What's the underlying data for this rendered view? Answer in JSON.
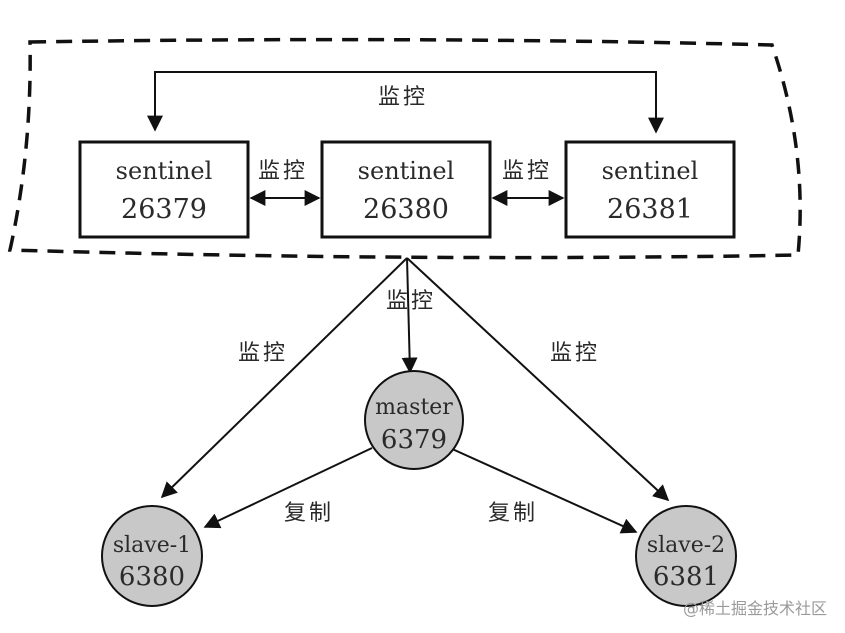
{
  "sentinels": [
    {
      "name": "sentinel",
      "port": "26379"
    },
    {
      "name": "sentinel",
      "port": "26380"
    },
    {
      "name": "sentinel",
      "port": "26381"
    }
  ],
  "master": {
    "name": "master",
    "port": "6379"
  },
  "slaves": [
    {
      "name": "slave-1",
      "port": "6380"
    },
    {
      "name": "slave-2",
      "port": "6381"
    }
  ],
  "labels": {
    "monitor": "监控",
    "replicate": "复制"
  },
  "watermark": "@稀土掘金技术社区"
}
